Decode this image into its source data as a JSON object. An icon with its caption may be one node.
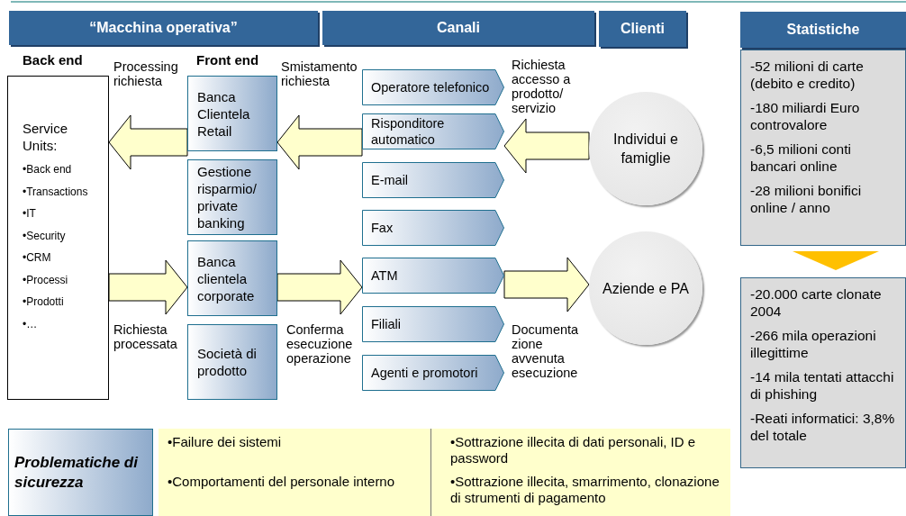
{
  "diagram": {
    "nodes": [
      {
        "text": [
          "“Macchina operativa”"
        ]
      },
      {
        "text": [
          "Canali"
        ]
      },
      {
        "text": [
          "Clienti"
        ]
      },
      {
        "text": [
          "Statistiche"
        ]
      },
      {
        "text": [
          "Service Units:",
          "•Back end",
          "•Transactions",
          "•IT",
          "•Security",
          "•CRM",
          "•Processi",
          "•Prodotti",
          "•…"
        ]
      },
      {
        "text": [
          "Banca Clientela Retail"
        ]
      },
      {
        "text": [
          "Gestione risparmio/ private banking"
        ]
      },
      {
        "text": [
          "Banca clientela corporate"
        ]
      },
      {
        "text": [
          "Società di prodotto"
        ]
      },
      {
        "text": [
          "Operatore telefonico"
        ]
      },
      {
        "text": [
          "Risponditore automatico"
        ]
      },
      {
        "text": [
          "E-mail"
        ]
      },
      {
        "text": [
          "Fax"
        ]
      },
      {
        "text": [
          "ATM"
        ]
      },
      {
        "text": [
          "Filiali"
        ]
      },
      {
        "text": [
          "Agenti e promotori"
        ]
      },
      {
        "text": [
          "Individui e famiglie"
        ]
      },
      {
        "text": [
          "Aziende e PA"
        ]
      },
      {
        "text": [
          "-52 milioni di carte (debito e credito)",
          "-180 miliardi Euro controvalore",
          "-6,5 milioni conti bancari online",
          "-28 milioni bonifici online / anno"
        ]
      },
      {
        "text": [
          "-20.000 carte clonate 2004",
          "-266 mila operazioni illegittime",
          "-14 mila tentati attacchi di phishing",
          "-Reati informatici: 3,8% del totale"
        ]
      },
      {
        "text": [
          "Problematiche di sicurezza"
        ]
      },
      {
        "text": [
          "•Failure dei sistemi",
          "•Comportamenti del personale interno",
          "•Sottrazione illecita di dati personali, ID e password",
          "•Sottrazione illecita, smarrimento, clonazione di strumenti di pagamento"
        ]
      }
    ],
    "edges": [
      {
        "from": 16,
        "to": 10,
        "arrow": "to",
        "label": "Richiesta accesso a prodotto/ servizio"
      },
      {
        "from": 10,
        "to": 5,
        "arrow": "to",
        "label": "Smistamento richiesta"
      },
      {
        "from": 5,
        "to": 4,
        "arrow": "to",
        "label": "Processing richiesta"
      },
      {
        "from": 4,
        "to": 7,
        "arrow": "to",
        "label": "Richiesta processata"
      },
      {
        "from": 7,
        "to": 13,
        "arrow": "to",
        "label": "Conferma esecuzione operazione"
      },
      {
        "from": 13,
        "to": 17,
        "arrow": "to",
        "label": "Documentazione avvenuta esecuzione"
      },
      {
        "from": 18,
        "to": 19,
        "arrow": "to",
        "color": "#ffc000"
      }
    ],
    "labels": [
      "Back end",
      "Front end"
    ]
  }
}
